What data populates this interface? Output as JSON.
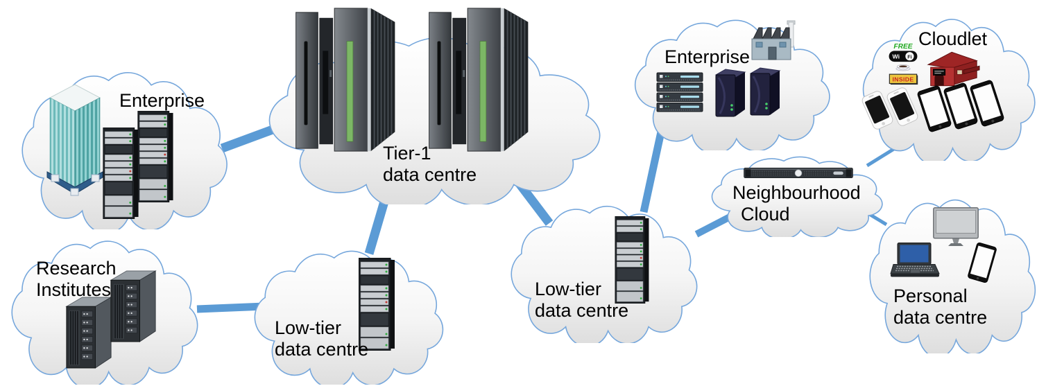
{
  "colors": {
    "link_blue": "#5b9bd5",
    "cloud_outline": "#76a7dc",
    "cloud_fill_top": "#ffffff",
    "cloud_fill_bottom": "#dddddd",
    "mainframe_stripe_green": "#7cb765",
    "label_text": "#000000"
  },
  "nodes": {
    "enterprise_left": {
      "label_lines": [
        "Enterprise"
      ],
      "icons": [
        "office-building-icon",
        "server-rack-icon",
        "server-rack-icon"
      ]
    },
    "research": {
      "label_lines": [
        "Research",
        "Institutes"
      ],
      "icons": [
        "server-cabinet-icon",
        "server-cabinet-icon"
      ]
    },
    "tier1": {
      "label_lines": [
        "Tier-1",
        "data centre"
      ],
      "icons": [
        "mainframe-icon",
        "mainframe-icon"
      ]
    },
    "lowtier1": {
      "label_lines": [
        "Low-tier",
        "data centre"
      ],
      "icons": [
        "server-rack-icon"
      ]
    },
    "lowtier2": {
      "label_lines": [
        "Low-tier",
        "data centre"
      ],
      "icons": [
        "server-rack-icon"
      ]
    },
    "enterprise_right": {
      "label_lines": [
        "Enterprise"
      ],
      "icons": [
        "factory-icon",
        "rack-server-stack-icon",
        "tower-server-icon",
        "tower-server-icon"
      ]
    },
    "cloudlet": {
      "label_lines": [
        "Cloudlet"
      ],
      "sign": {
        "free": "FREE",
        "wi": "Wi",
        "fi": "Fi",
        "inside": "INSIDE"
      },
      "icons": [
        "free-wifi-sign-icon",
        "coffee-shop-icon",
        "smartphone-icon",
        "smartphone-icon",
        "smartphone-icon",
        "smartphone-icon",
        "smartphone-icon"
      ]
    },
    "neighbourhood": {
      "label_lines": [
        "Neighbourhood",
        "Cloud"
      ],
      "icons": [
        "rackmount-server-icon"
      ]
    },
    "personal": {
      "label_lines": [
        "Personal",
        "data centre"
      ],
      "icons": [
        "monitor-icon",
        "laptop-icon",
        "smartphone-icon"
      ]
    }
  },
  "edges": [
    {
      "from": "enterprise_left",
      "to": "tier1"
    },
    {
      "from": "research",
      "to": "lowtier1"
    },
    {
      "from": "lowtier1",
      "to": "tier1"
    },
    {
      "from": "tier1",
      "to": "lowtier2"
    },
    {
      "from": "lowtier2",
      "to": "enterprise_right"
    },
    {
      "from": "lowtier2",
      "to": "neighbourhood"
    },
    {
      "from": "neighbourhood",
      "to": "cloudlet"
    },
    {
      "from": "neighbourhood",
      "to": "personal"
    }
  ]
}
